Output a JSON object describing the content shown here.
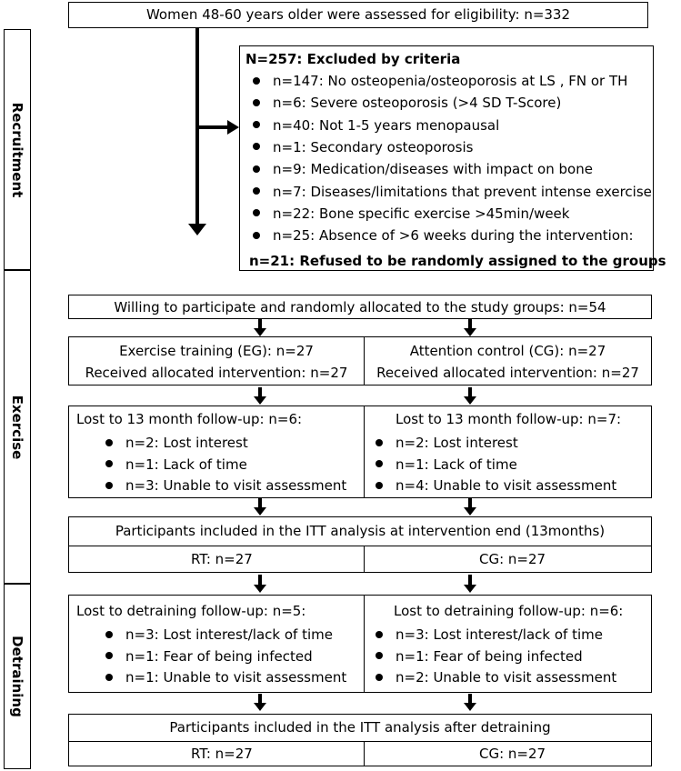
{
  "side_labels": {
    "recruitment": "Recruitment",
    "exercise": "Exercise",
    "detraining": "Detraining"
  },
  "assessed": "Women 48-60 years older were assessed for eligibility: n=332",
  "excluded": {
    "title": "N=257: Excluded by criteria",
    "items": [
      "n=147: No osteopenia/osteoporosis at LS , FN or TH",
      "n=6: Severe osteoporosis (>4 SD T-Score)",
      "n=40: Not 1-5 years menopausal",
      "n=1: Secondary osteoporosis",
      "n=9: Medication/diseases with impact on bone",
      "n=7: Diseases/limitations that prevent intense exercise",
      "n=22: Bone specific exercise >45min/week",
      "n=25: Absence of >6 weeks during the intervention:"
    ],
    "refused": "n=21: Refused to be randomly assigned to the groups"
  },
  "allocated": "Willing to participate and randomly allocated to the study groups: n=54",
  "eg": {
    "line1": "Exercise training (EG): n=27",
    "line2": "Received allocated intervention: n=27"
  },
  "cg": {
    "line1": "Attention control (CG): n=27",
    "line2": "Received allocated intervention: n=27"
  },
  "lost13_left": {
    "title": "Lost to 13 month follow-up: n=6:",
    "items": [
      "n=2: Lost interest",
      "n=1: Lack of time",
      "n=3: Unable to visit assessment"
    ]
  },
  "lost13_right": {
    "title": "Lost to 13 month follow-up: n=7:",
    "items": [
      "n=2: Lost interest",
      "n=1: Lack of time",
      "n=4: Unable to visit assessment"
    ]
  },
  "itt1": {
    "title": "Participants included in the ITT analysis at intervention end (13months)",
    "left": "RT: n=27",
    "right": "CG: n=27"
  },
  "lostdt_left": {
    "title": "Lost to detraining follow-up: n=5:",
    "items": [
      "n=3: Lost interest/lack of time",
      "n=1: Fear of being infected",
      "n=1: Unable to visit assessment"
    ]
  },
  "lostdt_right": {
    "title": "Lost to detraining follow-up: n=6:",
    "items": [
      "n=3: Lost interest/lack of time",
      "n=1: Fear of being infected",
      "n=2: Unable to visit assessment"
    ]
  },
  "itt2": {
    "title": "Participants included in the ITT analysis after detraining",
    "left": "RT: n=27",
    "right": "CG: n=27"
  }
}
